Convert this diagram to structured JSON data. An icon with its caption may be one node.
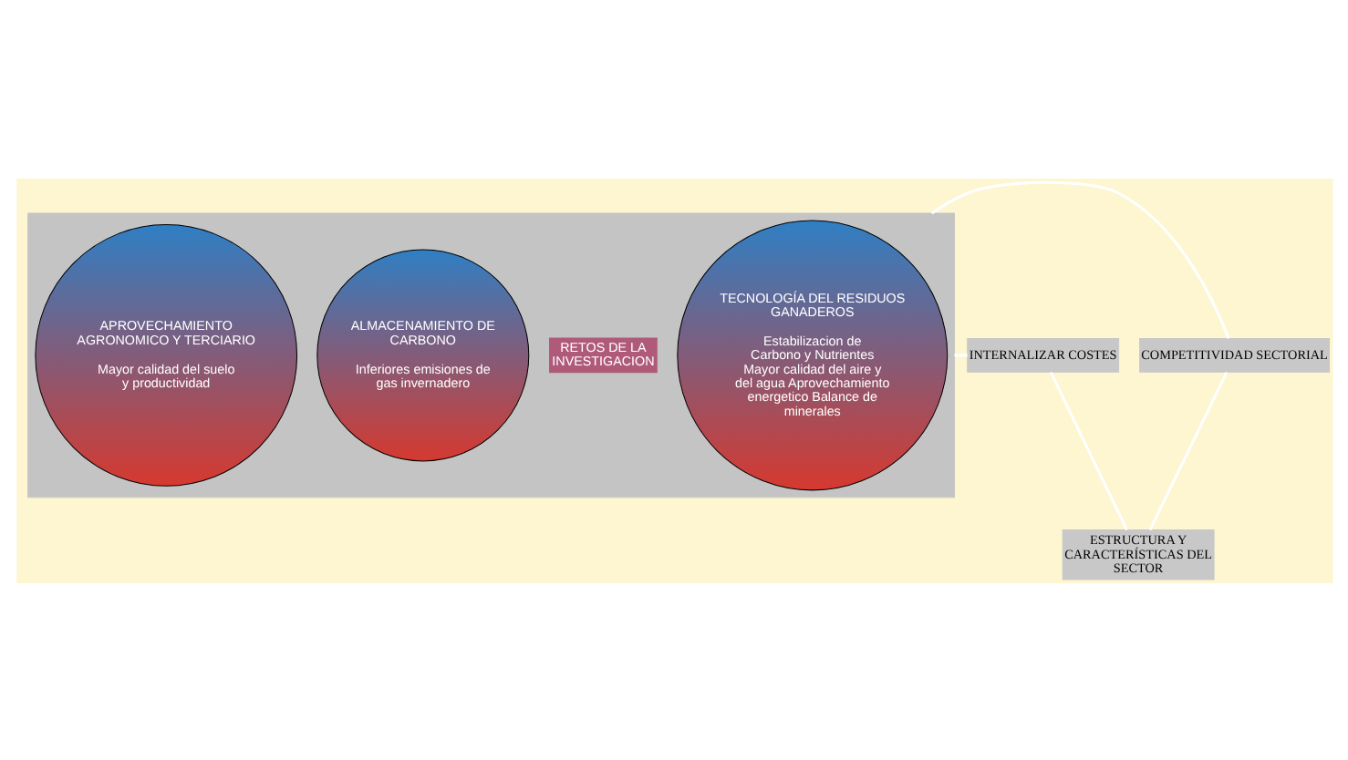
{
  "diagram": {
    "nodes": [
      {
        "text": [],
        "shape": "box"
      },
      {
        "text": [
          "TECNOLOGÍA DEL RESIDUOS GANADEROS",
          "Estabilizacion de Carbono y Nutrientes Mayor calidad del aire y del agua Aprovechamiento energetico Balance de minerales"
        ],
        "in": 0
      },
      {
        "text": [
          "RETOS DE LA INVESTIGACION"
        ],
        "in": 0
      },
      {
        "text": [
          "ALMACENAMIENTO DE CARBONO",
          "Inferiores emisiones de gas invernadero"
        ],
        "in": 0
      },
      {
        "text": [
          "APROVECHAMIENTO AGRONOMICO Y TERCIARIO",
          "Mayor calidad del suelo y productividad"
        ],
        "in": 0
      },
      {
        "text": [
          "INTERNALIZAR COSTES"
        ]
      },
      {
        "text": [
          "COMPETITIVIDAD SECTORIAL"
        ]
      },
      {
        "text": [
          "ESTRUCTURA Y CARACTERÍSTICAS DEL SECTOR"
        ]
      }
    ],
    "edges": [
      {
        "from": 5,
        "to": 0,
        "arrow": "none",
        "color": "#ffffff"
      },
      {
        "from": 0,
        "to": 6,
        "arrow": "none",
        "color": "#ffffff"
      },
      {
        "from": 5,
        "to": 7,
        "arrow": "none",
        "color": "#ffffff"
      },
      {
        "from": 7,
        "to": 6,
        "arrow": "none",
        "color": "#ffffff"
      }
    ]
  }
}
